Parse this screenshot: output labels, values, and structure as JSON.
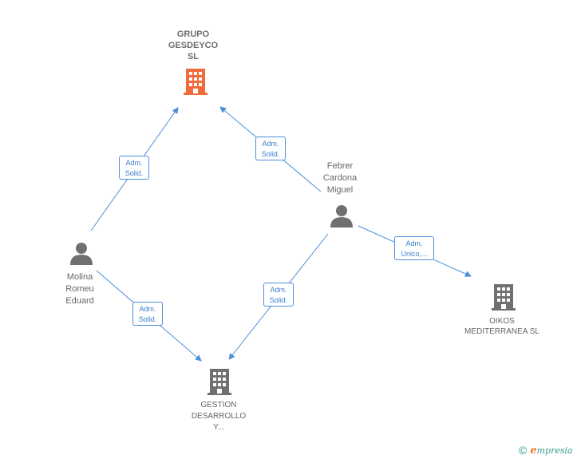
{
  "nodes": {
    "grupo": {
      "label": "GRUPO\nGESDEYCO\nSL",
      "type": "company",
      "color": "#f26b3a"
    },
    "gestion": {
      "label": "GESTION\nDESARROLLO\nY...",
      "type": "company",
      "color": "#707070"
    },
    "oikos": {
      "label": "OIKOS\nMEDITERRANEA SL",
      "type": "company",
      "color": "#707070"
    },
    "molina": {
      "label": "Molina\nRomeu\nEduard",
      "type": "person",
      "color": "#707070"
    },
    "febrer": {
      "label": "Febrer\nCardona\nMiguel",
      "type": "person",
      "color": "#707070"
    }
  },
  "edges": {
    "molina_grupo": "Adm.\nSolid.",
    "febrer_grupo": "Adm.\nSolid.",
    "febrer_oikos": "Adm.\nUnico,...",
    "febrer_gestion": "Adm.\nSolid.",
    "molina_gestion": "Adm.\nSolid."
  },
  "colors": {
    "edge": "#4a90d9",
    "company_main": "#f26b3a",
    "company": "#707070",
    "person": "#707070"
  },
  "footer": {
    "copyright": "©",
    "brand_initial": "e",
    "brand_rest": "mpresia"
  }
}
